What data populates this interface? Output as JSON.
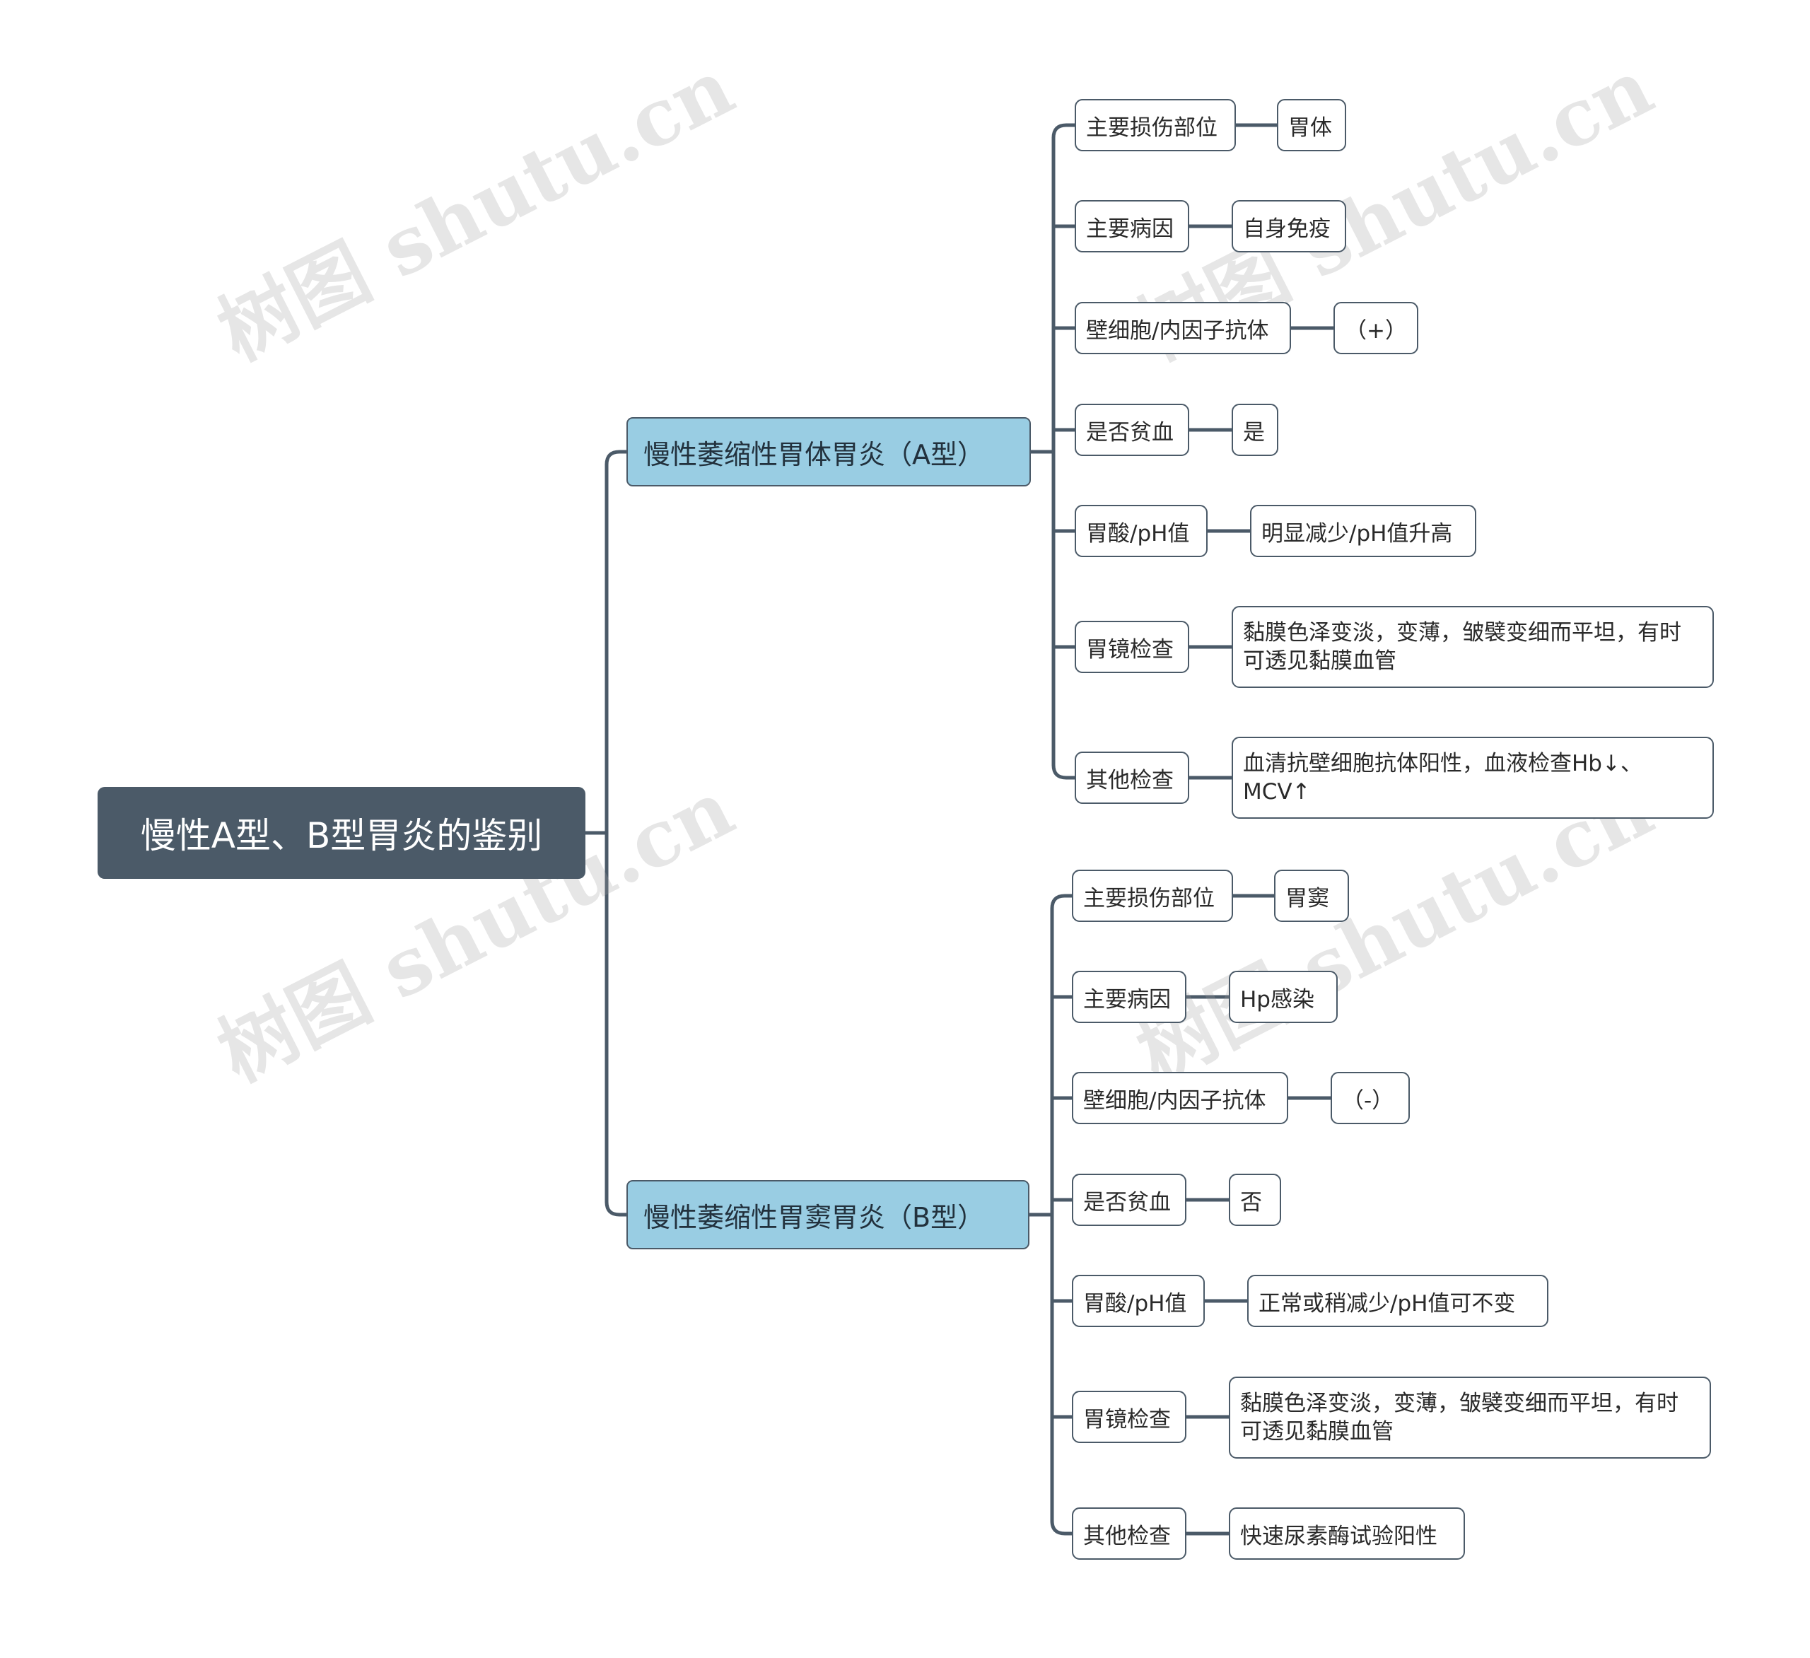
{
  "watermark": "树图 shutu.cn",
  "colors": {
    "line": "#4b5a68",
    "root_bg": "#4b5a68",
    "branch_bg": "#99cde3"
  },
  "root": {
    "title": "慢性A型、B型胃炎的鉴别"
  },
  "branches": [
    {
      "title": "慢性萎缩性胃体胃炎（A型）",
      "items": [
        {
          "label": "主要损伤部位",
          "value": "胃体"
        },
        {
          "label": "主要病因",
          "value": "自身免疫"
        },
        {
          "label": "壁细胞/内因子抗体",
          "value": "（+）"
        },
        {
          "label": "是否贫血",
          "value": "是"
        },
        {
          "label": "胃酸/pH值",
          "value": "明显减少/pH值升高"
        },
        {
          "label": "胃镜检查",
          "value": "黏膜色泽变淡，变薄，皱襞变细而平坦，有时可透见黏膜血管"
        },
        {
          "label": "其他检查",
          "value": "血清抗壁细胞抗体阳性，血液检查Hb↓、MCV↑"
        }
      ]
    },
    {
      "title": "慢性萎缩性胃窦胃炎（B型）",
      "items": [
        {
          "label": "主要损伤部位",
          "value": "胃窦"
        },
        {
          "label": "主要病因",
          "value": "Hp感染"
        },
        {
          "label": "壁细胞/内因子抗体",
          "value": "（-）"
        },
        {
          "label": "是否贫血",
          "value": "否"
        },
        {
          "label": "胃酸/pH值",
          "value": "正常或稍减少/pH值可不变"
        },
        {
          "label": "胃镜检查",
          "value": "黏膜色泽变淡，变薄，皱襞变细而平坦，有时可透见黏膜血管"
        },
        {
          "label": "其他检查",
          "value": "快速尿素酶试验阳性"
        }
      ]
    }
  ]
}
